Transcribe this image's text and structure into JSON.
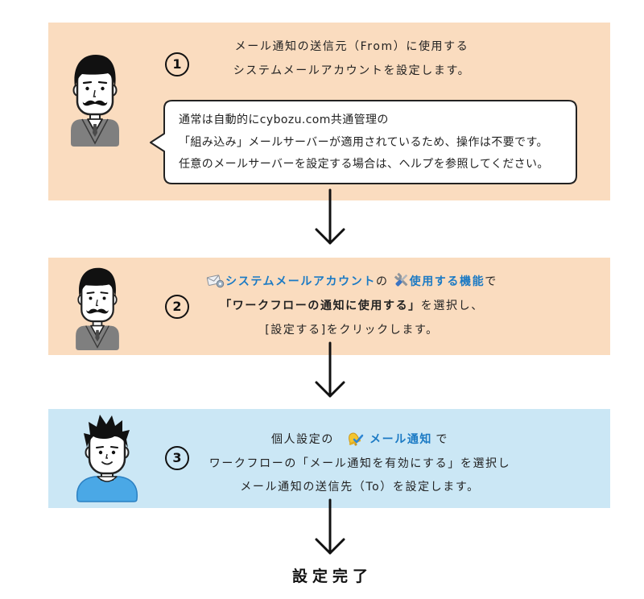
{
  "colors": {
    "admin_step_background": "#fadcbf",
    "user_step_background": "#cbe7f5",
    "highlight_text": "#1b7ac4",
    "text": "#222222"
  },
  "icons": {
    "admin_avatar": "administrator-avatar-icon",
    "user_avatar": "user-avatar-icon",
    "system_mail_account": "system-mail-account-icon",
    "features": "tools-icon",
    "mail_notification": "mail-notification-icon",
    "flow_arrow": "down-arrow-icon"
  },
  "step1": {
    "number": "1",
    "lines": [
      "メール通知の送信元（From）に使用する",
      "システムメールアカウントを設定します。"
    ],
    "bubble": [
      "通常は自動的にcybozu.com共通管理の",
      "「組み込み」メールサーバーが適用されているため、操作は不要です。",
      "任意のメールサーバーを設定する場合は、ヘルプを参照してください。"
    ]
  },
  "step2": {
    "number": "2",
    "line1": {
      "screen": "システムメールアカウント",
      "particle": "の",
      "setting": "使用する機能",
      "suffix": "で"
    },
    "line2": {
      "option": "「ワークフローの通知に使用する」",
      "suffix": "を選択し、"
    },
    "line3": "[設定する]をクリックします。"
  },
  "step3": {
    "number": "3",
    "line1": {
      "prefix": "個人設定の",
      "screen": "メール通知",
      "suffix": "で"
    },
    "line2": "ワークフローの「メール通知を有効にする」を選択し",
    "line3": "メール通知の送信先（To）を設定します。"
  },
  "completion": "設定完了"
}
